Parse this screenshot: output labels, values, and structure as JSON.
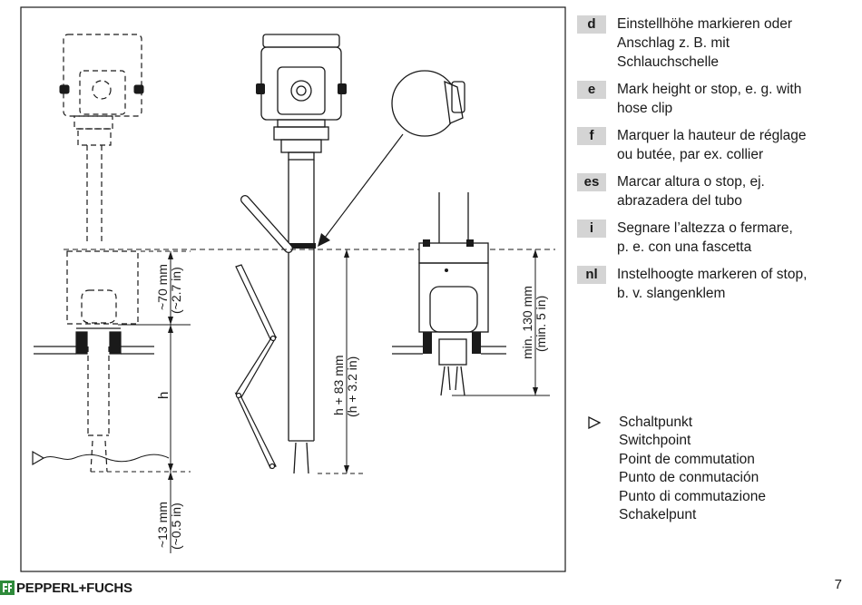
{
  "figure": {
    "dim_70_mm": "~70 mm",
    "dim_70_in": "(~2.7 in)",
    "dim_h": "h",
    "dim_13_mm": "~13 mm",
    "dim_13_in": "(~0.5 in)",
    "dim_h83_mm": "h + 83 mm",
    "dim_h83_in": "(h + 3.2 in)",
    "dim_130_mm": "min. 130 mm",
    "dim_130_in": "(min. 5 in)"
  },
  "legend": {
    "items": [
      {
        "code": "d",
        "text": "Einstellhöhe markieren oder\nAnschlag z. B. mit\nSchlauchschelle"
      },
      {
        "code": "e",
        "text": "Mark height or stop, e. g. with\nhose clip"
      },
      {
        "code": "f",
        "text": "Marquer la hauteur de réglage\nou butée, par ex. collier"
      },
      {
        "code": "es",
        "text": "Marcar altura o stop, ej.\nabrazadera del tubo"
      },
      {
        "code": "i",
        "text": "Segnare l’altezza o fermare,\np. e. con una fascetta"
      },
      {
        "code": "nl",
        "text": "Instelhoogte markeren of stop,\nb. v. slangenklem"
      }
    ]
  },
  "switchpoint": {
    "icon": "triangle-outline-icon",
    "lines": [
      "Schaltpunkt",
      "Switchpoint",
      "Point de commutation",
      "Punto de conmutación",
      "Punto di commutazione",
      "Schakelpunt"
    ]
  },
  "brand": {
    "name": "PEPPERL+FUCHS",
    "logo_color": "#2e8a3a"
  },
  "page": {
    "number": "7"
  }
}
